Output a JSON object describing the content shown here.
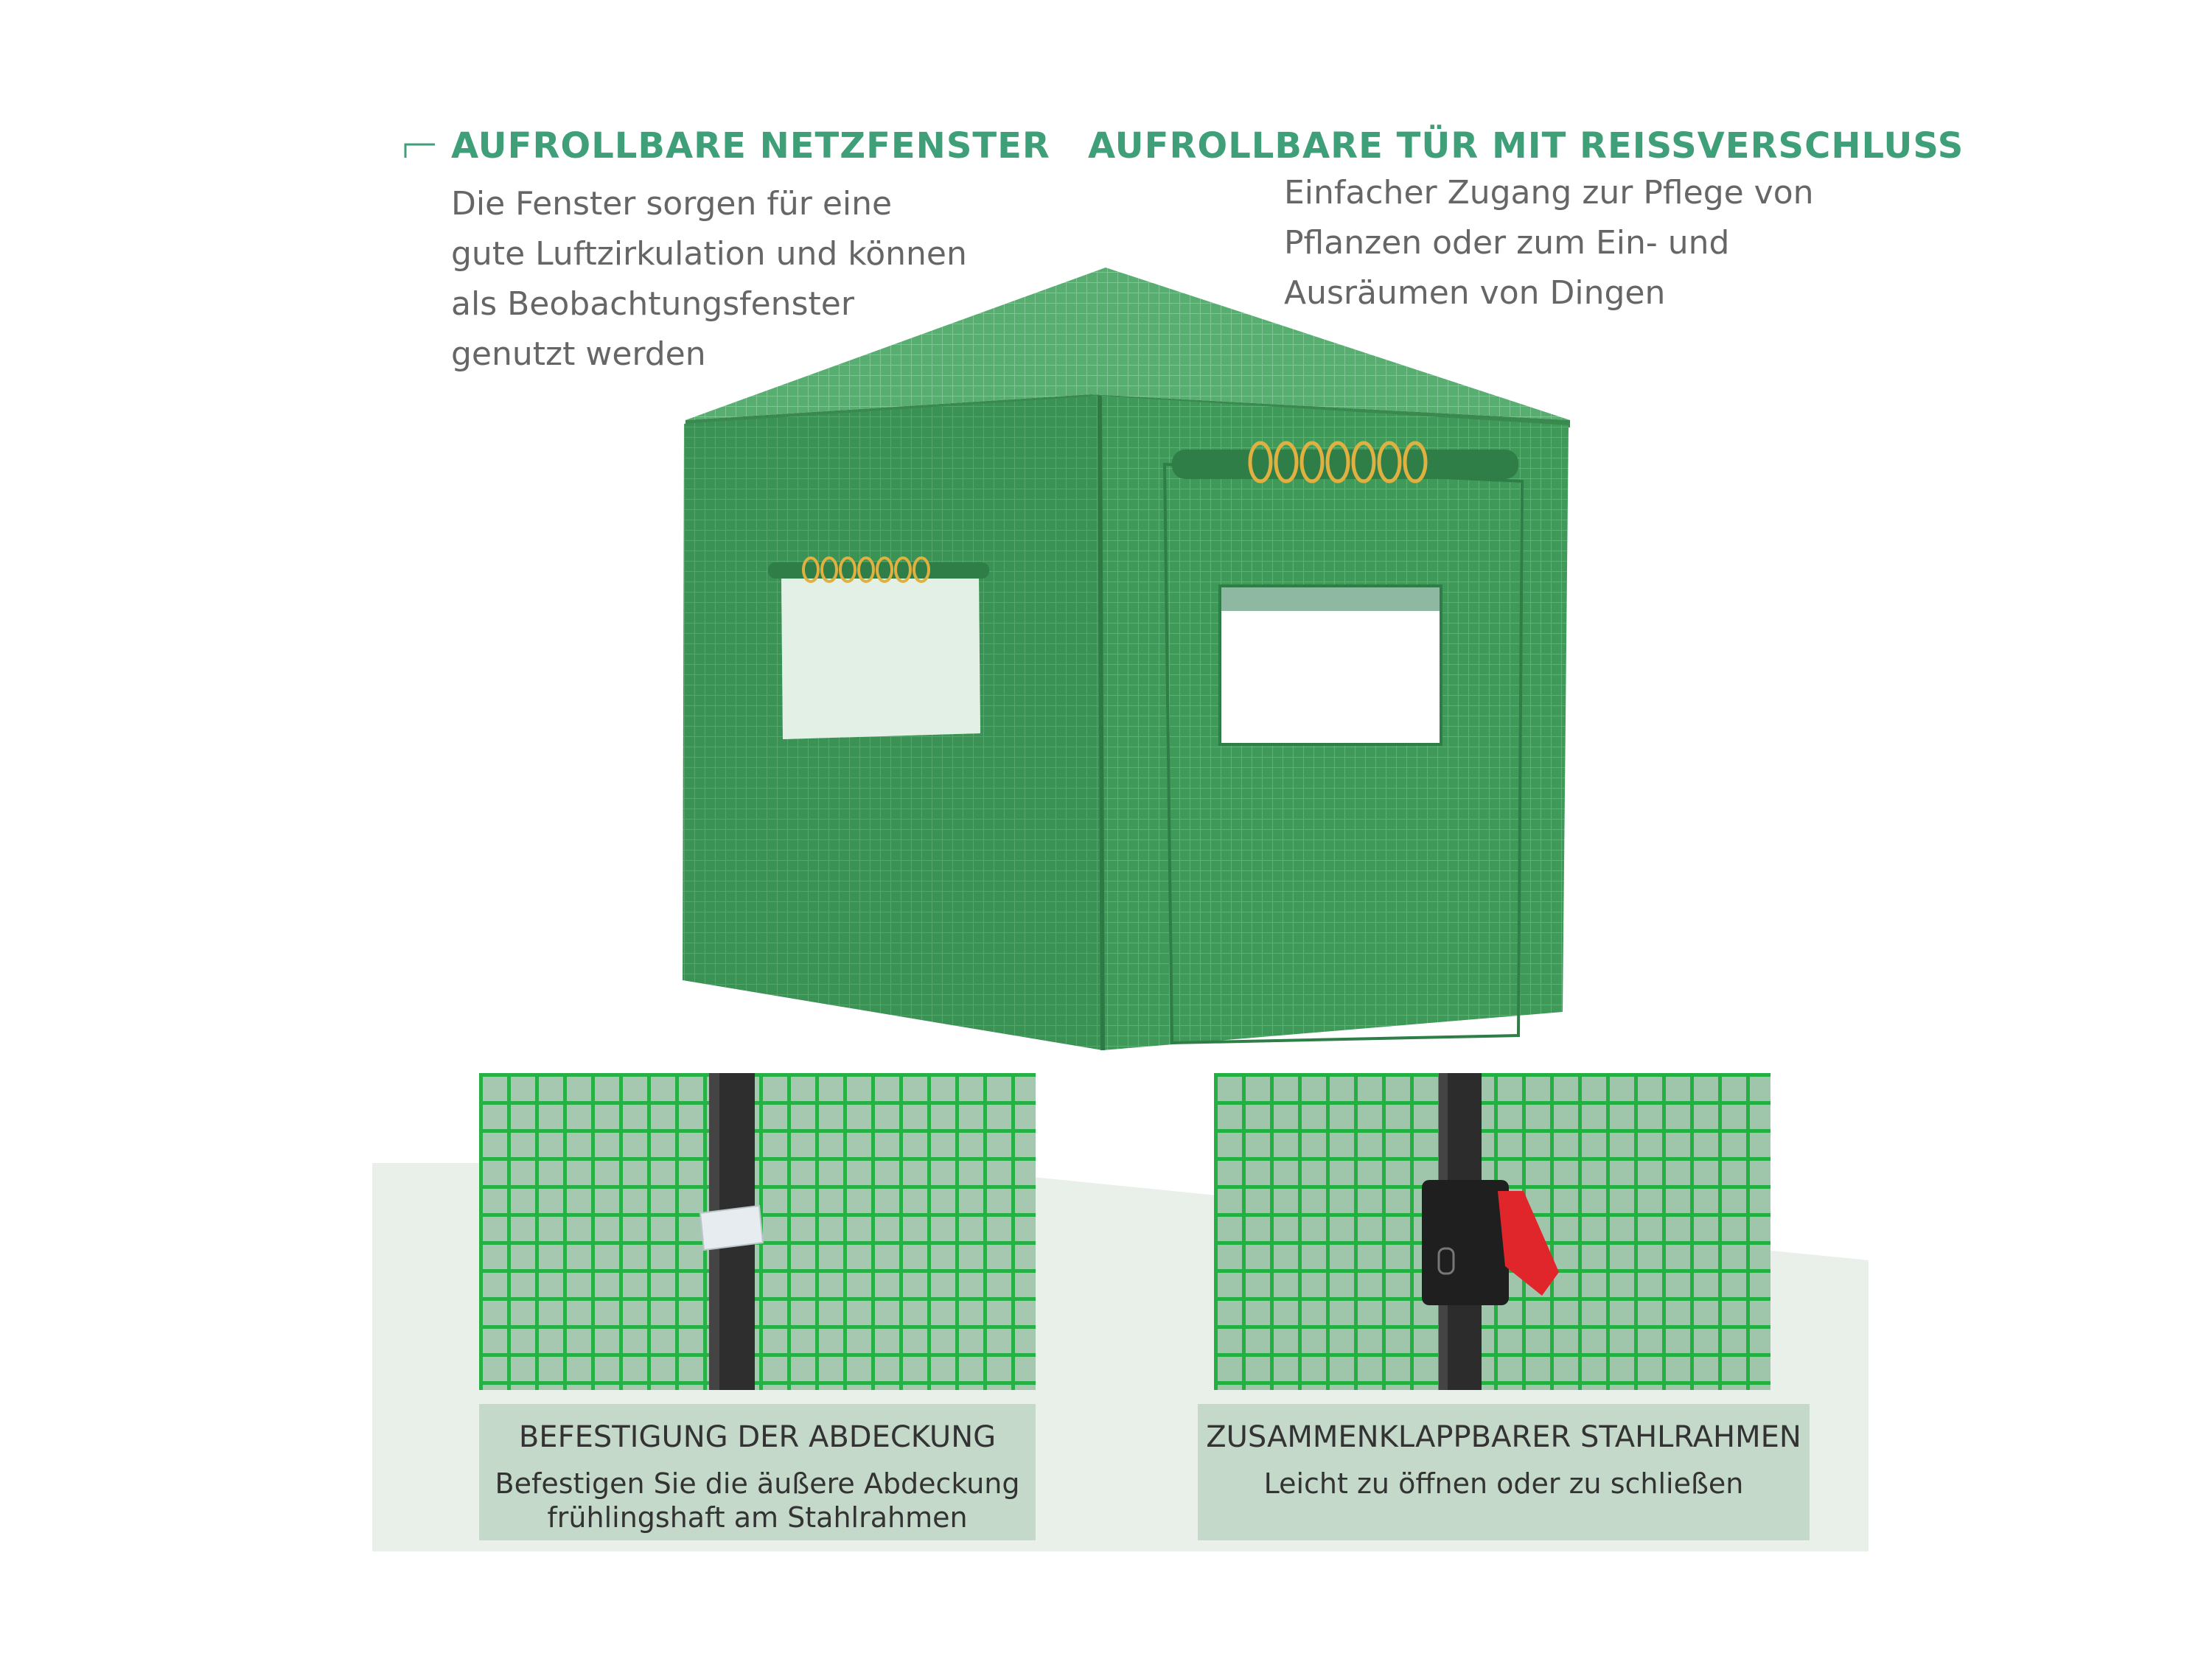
{
  "features": {
    "windows": {
      "title": "AUFROLLBARE NETZFENSTER",
      "lines": [
        "Die Fenster sorgen für eine",
        "gute Luftzirkulation und können",
        "als Beobachtungsfenster",
        "genutzt werden"
      ]
    },
    "door": {
      "title": "AUFROLLBARE TÜR MIT REISSVERSCHLUSS",
      "lines": [
        "Einfacher Zugang zur Pflege von",
        "Pflanzen oder zum Ein- und",
        "Ausräumen von Dingen"
      ]
    }
  },
  "details": [
    {
      "title": "BEFESTIGUNG DER ABDECKUNG",
      "lines": [
        "Befestigen Sie die äußere Abdeckung",
        "frühlingshaft am Stahlrahmen"
      ]
    },
    {
      "title": "ZUSAMMENKLAPPBARER STAHLRAHMEN",
      "lines": [
        "Leicht zu öffnen oder zu schließen"
      ]
    }
  ],
  "colors": {
    "heading": "#3f9f78",
    "body_text": "#666666",
    "caption_bg": "#c5d9cb",
    "band_bg": "#e9f0ea",
    "tent_green": "#3f9a5a",
    "clip_red": "#e0262b"
  }
}
